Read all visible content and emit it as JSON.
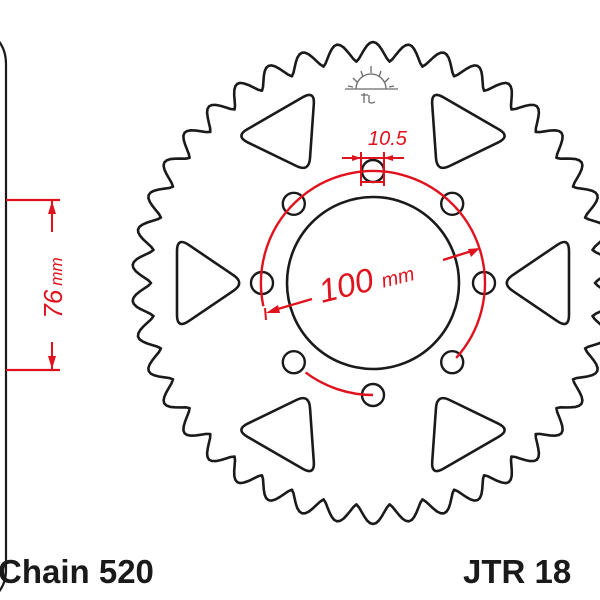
{
  "diagram": {
    "type": "rear-sprocket-technical-drawing",
    "colors": {
      "outline": "#1a1a1a",
      "dimension": "#e0121d",
      "background": "#ffffff",
      "logo": "#6b6b6b"
    },
    "sprocket": {
      "teeth_drawn": 42,
      "bolt_holes": 8,
      "lightening_cutouts": 6
    },
    "dimensions": {
      "hole_diameter": "10.5",
      "bolt_circle_value": "100",
      "bolt_circle_unit": "mm",
      "center_bore_value": "76",
      "center_bore_unit": "mm"
    },
    "labels": {
      "chain": "Chain 520",
      "part_number": "JTR 18"
    }
  }
}
